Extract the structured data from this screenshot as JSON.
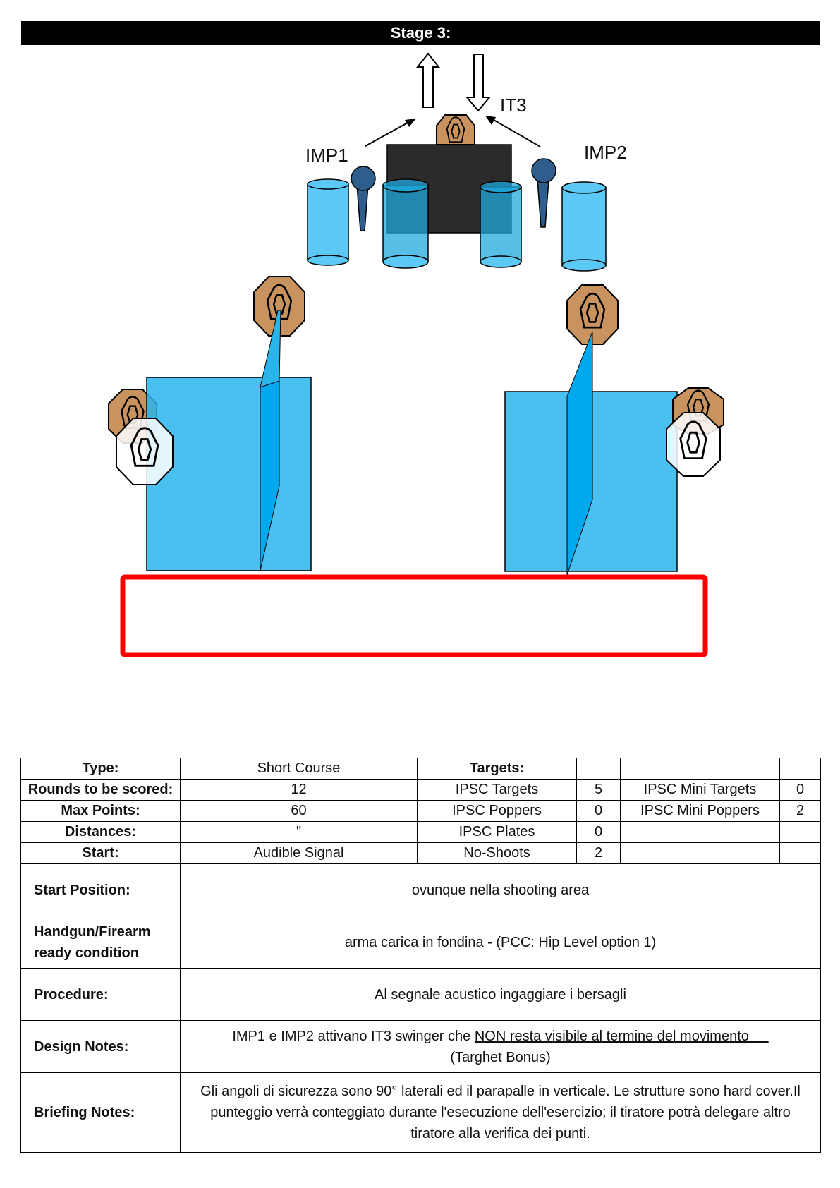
{
  "title": "Stage 3:",
  "diagram": {
    "labels": {
      "imp1": "IMP1",
      "imp2": "IMP2",
      "it3": "IT3"
    },
    "colors": {
      "target_tan": "#c8935e",
      "poles": "#2f5d8c",
      "barrels": "#5bc8f5",
      "walls": "#29b5ec",
      "wall_panel": "#00a8ee",
      "black_box": "#2b2b2b",
      "shooting_area": "#ff0000"
    }
  },
  "table": {
    "type_label": "Type:",
    "type_value": "Short Course",
    "targets_header": "Targets:",
    "rounds_label": "Rounds to be scored:",
    "rounds_value": "12",
    "maxpts_label": "Max Points:",
    "maxpts_value": "60",
    "distances_label": "Distances:",
    "distances_value": "\"",
    "start_label": "Start:",
    "start_value": "Audible Signal",
    "ipsc_targets_label": "IPSC Targets",
    "ipsc_targets_value": "5",
    "ipsc_mini_targets_label": "IPSC Mini Targets",
    "ipsc_mini_targets_value": "0",
    "ipsc_poppers_label": "IPSC Poppers",
    "ipsc_poppers_value": "0",
    "ipsc_mini_poppers_label": "IPSC Mini Poppers",
    "ipsc_mini_poppers_value": "2",
    "ipsc_plates_label": "IPSC Plates",
    "ipsc_plates_value": "0",
    "no_shoots_label": "No-Shoots",
    "no_shoots_value": "2",
    "start_position_label": "Start Position:",
    "start_position_value": "ovunque nella shooting area",
    "ready_label": "Handgun/Firearm ready condition",
    "ready_value": "arma carica in fondina - (PCC: Hip Level option 1)",
    "procedure_label": "Procedure:",
    "procedure_value": "Al segnale acustico ingaggiare i bersagli",
    "design_label": "Design Notes:",
    "design_value_a": "IMP1 e IMP2 attivano  IT3 swinger che ",
    "design_value_b": "NON resta visibile al termine del movimento     ",
    "design_value_c": "(Targhet Bonus)",
    "briefing_label": "Briefing Notes:",
    "briefing_value": "Gli angoli di sicurezza sono 90° laterali ed il parapalle in verticale. Le strutture sono hard cover.Il punteggio verrà conteggiato durante l'esecuzione dell'esercizio; il tiratore potrà delegare altro tiratore alla verifica  dei punti."
  }
}
